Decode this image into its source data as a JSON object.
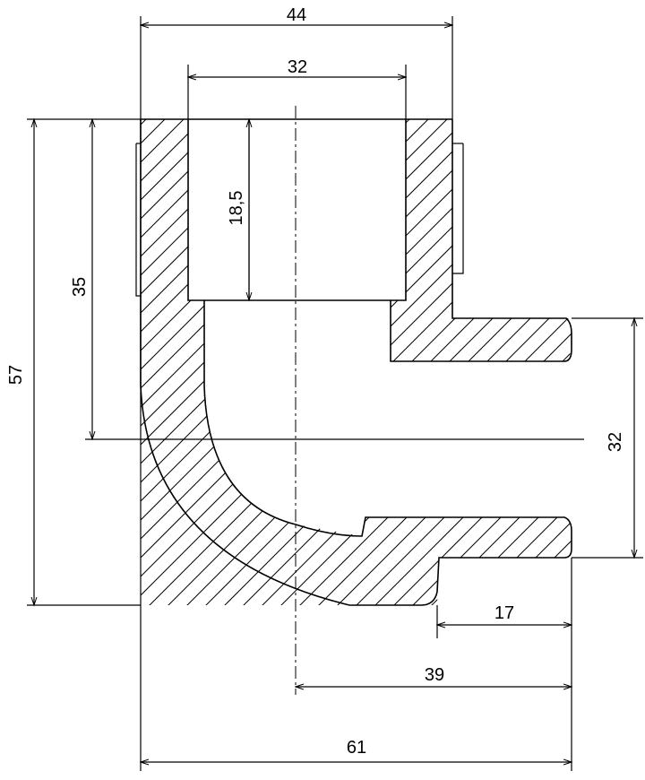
{
  "drawing": {
    "dimensions": {
      "d44": "44",
      "d32_top": "32",
      "d57": "57",
      "d35": "35",
      "d18_5": "18,5",
      "d32_side": "32",
      "d17": "17",
      "d39": "39",
      "d61": "61"
    }
  }
}
